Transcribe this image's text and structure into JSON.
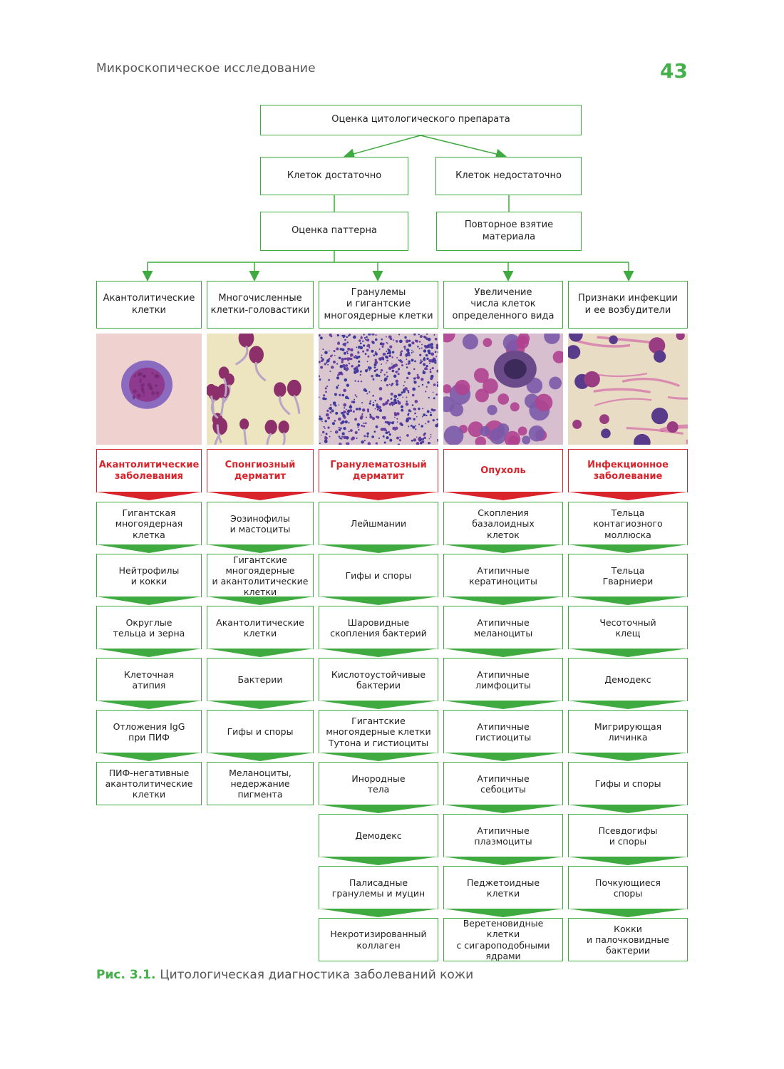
{
  "header": {
    "running_title": "Микроскопическое исследование",
    "page_number": "43"
  },
  "flow": {
    "top": "Оценка цитологического препарата",
    "enough": "Клеток достаточно",
    "not_enough": "Клеток недостаточно",
    "pattern": "Оценка паттерна",
    "resample": "Повторное взятие\nматериала"
  },
  "columns": [
    {
      "pattern": "Акантолитические\nклетки",
      "disease": "Акантолитические\nзаболевания",
      "items": [
        "Гигантская\nмногоядерная клетка",
        "Нейтрофилы\nи кокки",
        "Округлые\nтельца и зерна",
        "Клеточная\nатипия",
        "Отложения IgG\nпри ПИФ",
        "ПИФ-негативные\nакантолитические\nклетки"
      ]
    },
    {
      "pattern": "Многочисленные\nклетки-головастики",
      "disease": "Спонгиозный\nдерматит",
      "items": [
        "Эозинофилы\nи мастоциты",
        "Гигантские многоядерные\nи акантолитические\nклетки",
        "Акантолитические\nклетки",
        "Бактерии",
        "Гифы и споры",
        "Меланоциты,\nнедержание пигмента"
      ]
    },
    {
      "pattern": "Гранулемы\nи гигантские\nмногоядерные клетки",
      "disease": "Гранулематозный\nдерматит",
      "items": [
        "Лейшмании",
        "Гифы и споры",
        "Шаровидные\nскопления бактерий",
        "Кислотоустойчивые\nбактерии",
        "Гигантские\nмногоядерные клетки\nТутона и гистиоциты",
        "Инородные\nтела",
        "Демодекс",
        "Палисадные\nгранулемы и муцин",
        "Некротизированный\nколлаген"
      ]
    },
    {
      "pattern": "Увеличение\nчисла клеток\nопределенного вида",
      "disease": "Опухоль",
      "items": [
        "Скопления\nбазалоидных\nклеток",
        "Атипичные\nкератиноциты",
        "Атипичные\nмеланоциты",
        "Атипичные\nлимфоциты",
        "Атипичные\nгистиоциты",
        "Атипичные\nсебоциты",
        "Атипичные\nплазмоциты",
        "Педжетоидные\nклетки",
        "Веретеновидные клетки\nс сигароподобными\nядрами"
      ]
    },
    {
      "pattern": "Признаки инфекции\nи ее возбудители",
      "disease": "Инфекционное\nзаболевание",
      "items": [
        "Тельца\nконтагиозного\nмоллюска",
        "Тельца\nГварниери",
        "Чесоточный\nклещ",
        "Демодекс",
        "Мигрирующая\nличинка",
        "Гифы и споры",
        "Псевдогифы\nи споры",
        "Почкующиеся\nспоры",
        "Кокки\nи палочковидные\nбактерии"
      ]
    }
  ],
  "caption": {
    "label": "Рис. 3.1.",
    "text": "Цитологическая диагностика заболеваний кожи"
  },
  "colors": {
    "accent_green": "#3faa3f",
    "disease_red": "#d9242c",
    "page_number_green": "#43b04a"
  }
}
